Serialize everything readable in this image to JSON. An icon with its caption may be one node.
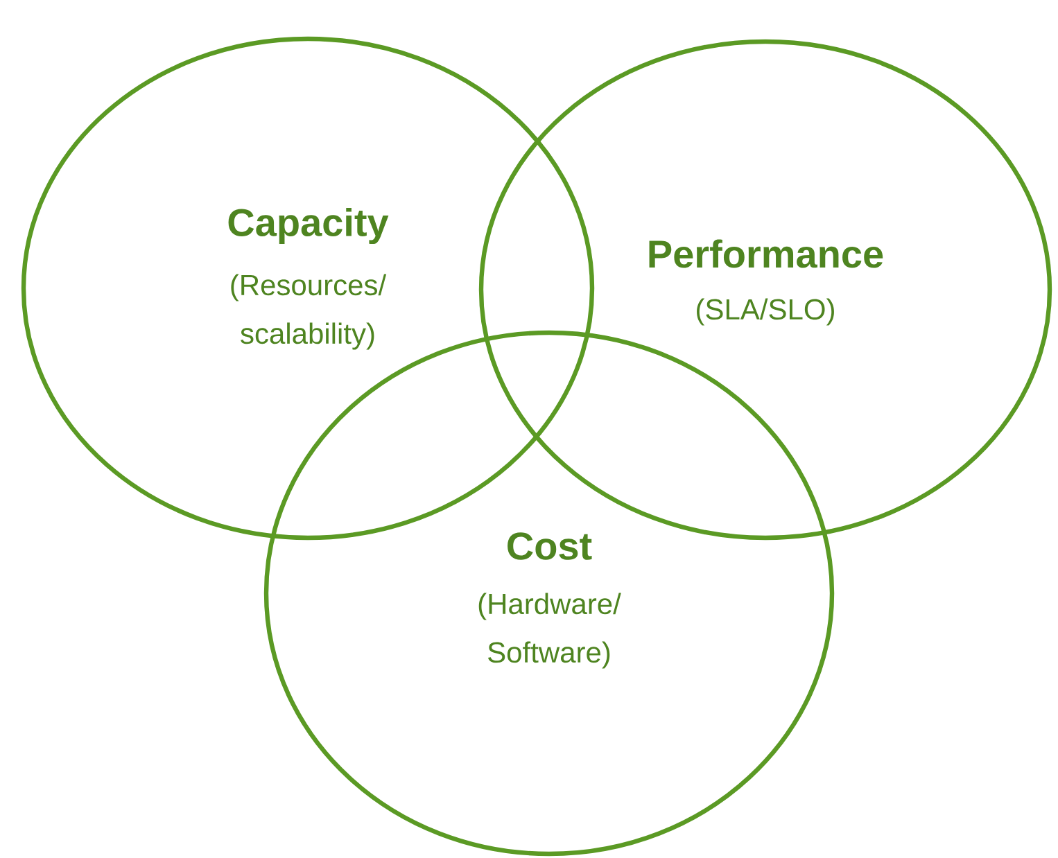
{
  "diagram": {
    "nodes": [
      {
        "text": [
          "Capacity",
          "(Resources/ scalability)"
        ]
      },
      {
        "text": [
          "Performance",
          "(SLA/SLO)"
        ]
      },
      {
        "text": [
          "Cost",
          "(Hardware/ Software)"
        ]
      }
    ]
  }
}
